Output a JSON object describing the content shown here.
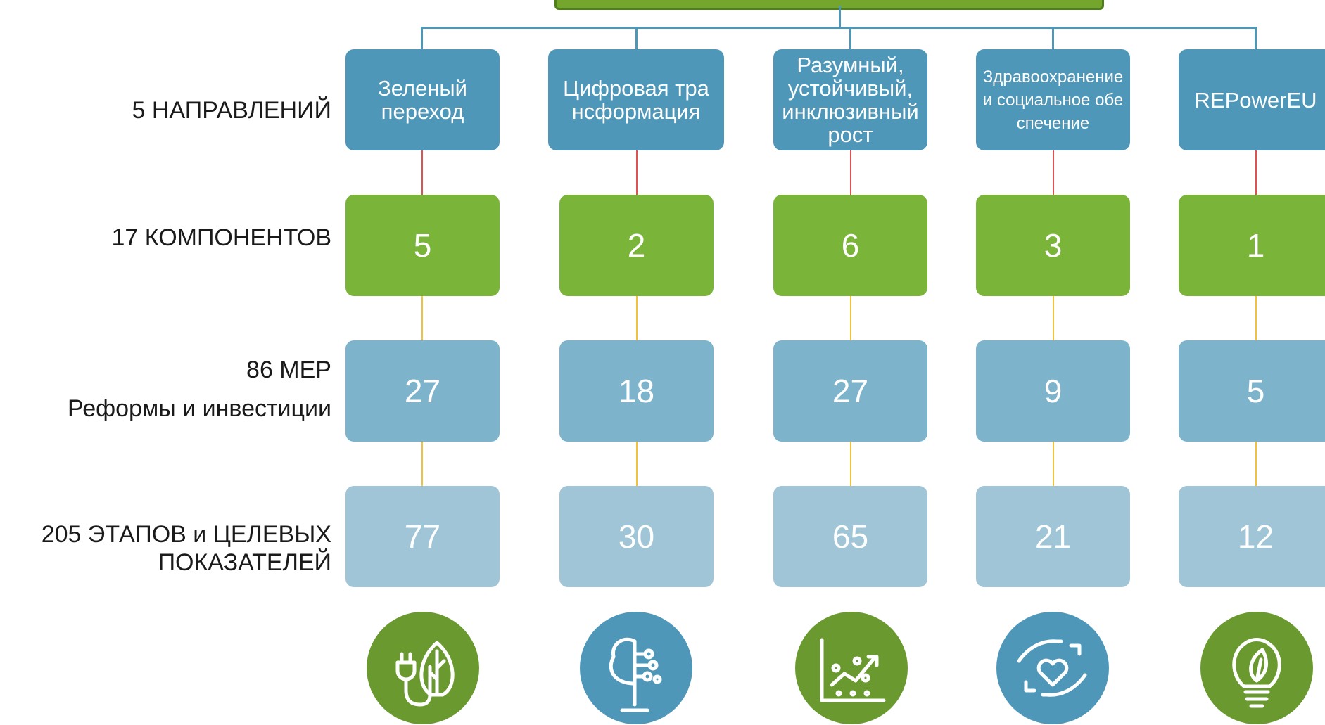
{
  "rows": {
    "directions": "5 НАПРАВЛЕНИЙ",
    "components": "17 КОМПОНЕНТОВ",
    "measures_line1": "86 МЕР",
    "measures_line2": "Реформы и инвестиции",
    "stages_line1": "205 ЭТАПОВ и ЦЕЛЕВЫХ",
    "stages_line2": "ПОКАЗАТЕЛЕЙ"
  },
  "columns": [
    {
      "direction": "Зеленый переход",
      "components": "5",
      "measures": "27",
      "stages": "77",
      "icon": "plug-leaf-icon",
      "icon_color": "#6a9a2f"
    },
    {
      "direction": "Цифровая трансформация",
      "components": "2",
      "measures": "18",
      "stages": "30",
      "icon": "digital-tree-icon",
      "icon_color": "#4e97b9"
    },
    {
      "direction": "Разумный, устойчивый, инклюзивный рост",
      "components": "6",
      "measures": "27",
      "stages": "65",
      "icon": "growth-chart-icon",
      "icon_color": "#6a9a2f"
    },
    {
      "direction": "Здравоохранение и социальное обеспечение",
      "components": "3",
      "measures": "9",
      "stages": "21",
      "icon": "care-heart-icon",
      "icon_color": "#4e97b9"
    },
    {
      "direction": "REPowerEU",
      "components": "1",
      "measures": "5",
      "stages": "12",
      "icon": "eco-bulb-icon",
      "icon_color": "#6a9a2f"
    }
  ],
  "colors": {
    "direction_box": "#4e97b9",
    "component_box": "#7ab53a",
    "measure_box": "#7eb3cc",
    "stage_box": "#9fc5d7",
    "top_bar": "#74a52d",
    "connector_top": "#4e97b9",
    "connector_red": "#e05252",
    "connector_yellow": "#f2c23b"
  }
}
